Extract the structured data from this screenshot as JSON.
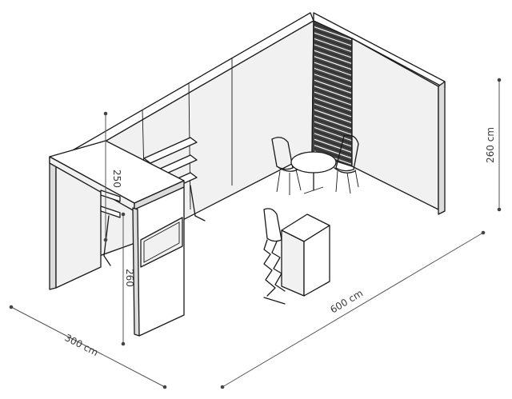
{
  "dimensions": {
    "height": "260 cm",
    "length": "600 cm",
    "depth": "300 cm",
    "front_height": "260",
    "ceiling_height": "250"
  },
  "colors": {
    "line": "#1a1a1a",
    "dimension": "#555555",
    "slat": "#2a2a2a"
  }
}
